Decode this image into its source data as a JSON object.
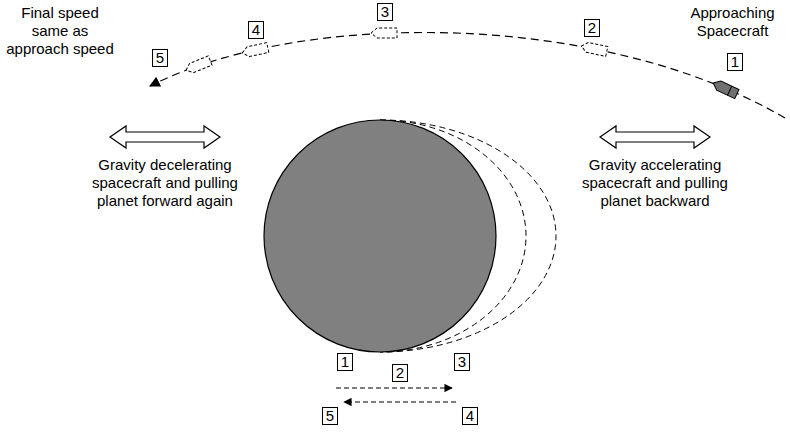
{
  "diagram": {
    "nodes": [
      {
        "text": [
          "5"
        ]
      },
      {
        "text": [
          "4"
        ]
      },
      {
        "text": [
          "3"
        ]
      },
      {
        "text": [
          "2"
        ]
      },
      {
        "text": [
          "1"
        ]
      },
      {
        "text": [
          "1"
        ]
      },
      {
        "text": [
          "2"
        ]
      },
      {
        "text": [
          "3"
        ]
      },
      {
        "text": [
          "5"
        ]
      },
      {
        "text": [
          "4"
        ]
      }
    ],
    "labels": [
      "Final speed same as approach speed",
      "Approaching Spacecraft",
      "Gravity decelerating spacecraft and pulling planet forward again",
      "Gravity accelerating spacecraft and pulling planet backward"
    ]
  }
}
